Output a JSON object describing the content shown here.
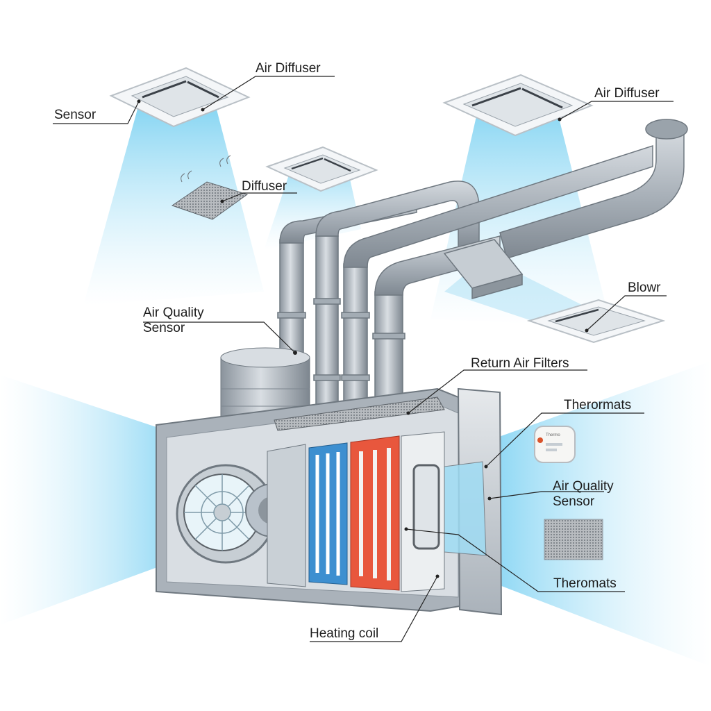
{
  "labels": {
    "sensor": "Sensor",
    "air_diffuser_left": "Air Diffuser",
    "diffuser": "Diffuser",
    "air_diffuser_right": "Air Diffuser",
    "blower": "Blowr",
    "air_quality_sensor_left": "Air Quality\nSensor",
    "return_air_filters": "Return Air Filters",
    "thermostats_top": "Therormats",
    "air_quality_sensor_right": "Air Quality\nSensor",
    "thermostats_bottom": "Theromats",
    "heating_coil": "Heating coil"
  },
  "colors": {
    "airflow": "#8fd6f2",
    "duct": "#b9c2cb",
    "duct_dark": "#8a939c",
    "cold_coil": "#3d8fd0",
    "hot_coil": "#e8573d",
    "leader": "#222222"
  },
  "thermostat_device_text": "Thermo"
}
